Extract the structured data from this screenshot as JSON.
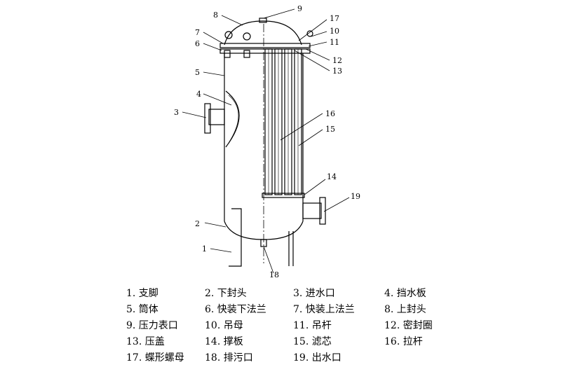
{
  "callouts": {
    "c1": "1",
    "c2": "2",
    "c3": "3",
    "c4": "4",
    "c5": "5",
    "c6": "6",
    "c7": "7",
    "c8": "8",
    "c9": "9",
    "c10": "10",
    "c11": "11",
    "c12": "12",
    "c13": "13",
    "c14": "14",
    "c15": "15",
    "c16": "16",
    "c17": "17",
    "c18": "18",
    "c19": "19"
  },
  "legend": [
    "1. 支脚",
    "2. 下封头",
    "3. 进水口",
    "4. 挡水板",
    "5. 筒体",
    "6. 快装下法兰",
    "7. 快装上法兰",
    "8. 上封头",
    "9. 压力表口",
    "10. 吊母",
    "11. 吊杆",
    "12. 密封圈",
    "13. 压盖",
    "14. 撑板",
    "15. 滤芯",
    "16. 拉杆",
    "17. 蝶形螺母",
    "18. 排污口",
    "19. 出水口"
  ]
}
